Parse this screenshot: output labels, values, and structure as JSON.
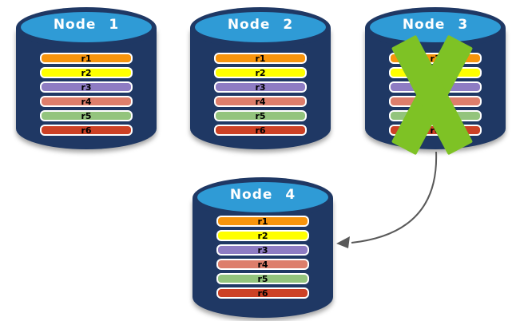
{
  "canvas": {
    "background": "#ffffff"
  },
  "colors": {
    "cylinder_body": "#1F3864",
    "cylinder_top": "#2F9BD6",
    "bar_border": "#FFFFFF",
    "node_label_color": "#FFFFFF",
    "record_label_color": "#000000",
    "failure_x": "#7EC225",
    "arrow": "#595959"
  },
  "nodes": [
    {
      "label": "Node 1",
      "failed": false,
      "records": [
        {
          "label": "r1",
          "color": "#F7940C"
        },
        {
          "label": "r2",
          "color": "#FFFF00"
        },
        {
          "label": "r3",
          "color": "#8E7CC3"
        },
        {
          "label": "r4",
          "color": "#DD7E6B"
        },
        {
          "label": "r5",
          "color": "#93C47D"
        },
        {
          "label": "r6",
          "color": "#CC4125"
        }
      ]
    },
    {
      "label": "Node 2",
      "failed": false,
      "records": [
        {
          "label": "r1",
          "color": "#F7940C"
        },
        {
          "label": "r2",
          "color": "#FFFF00"
        },
        {
          "label": "r3",
          "color": "#8E7CC3"
        },
        {
          "label": "r4",
          "color": "#DD7E6B"
        },
        {
          "label": "r5",
          "color": "#93C47D"
        },
        {
          "label": "r6",
          "color": "#CC4125"
        }
      ]
    },
    {
      "label": "Node 3",
      "failed": true,
      "records": [
        {
          "label": "r1",
          "color": "#F7940C"
        },
        {
          "label": "r2",
          "color": "#FFFF00"
        },
        {
          "label": "r3",
          "color": "#8E7CC3"
        },
        {
          "label": "r4",
          "color": "#DD7E6B"
        },
        {
          "label": "r5",
          "color": "#93C47D"
        },
        {
          "label": "r6",
          "color": "#CC4125"
        }
      ]
    },
    {
      "label": "Node 4",
      "failed": false,
      "records": [
        {
          "label": "r1",
          "color": "#F7940C"
        },
        {
          "label": "r2",
          "color": "#FFFF00"
        },
        {
          "label": "r3",
          "color": "#8E7CC3"
        },
        {
          "label": "r4",
          "color": "#DD7E6B"
        },
        {
          "label": "r5",
          "color": "#93C47D"
        },
        {
          "label": "r6",
          "color": "#CC4125"
        }
      ]
    }
  ],
  "arrow": {
    "from_node": "Node 3",
    "to_node": "Node 4"
  }
}
